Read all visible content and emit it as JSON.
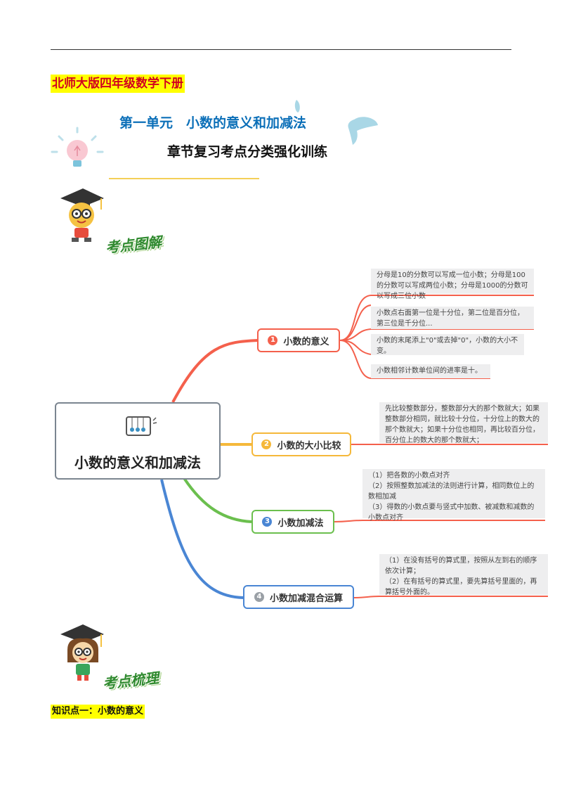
{
  "header": {
    "book_title": "北师大版四年级数学下册",
    "unit_title": "第一单元　小数的意义和加减法",
    "review_title": "章节复习考点分类强化训练"
  },
  "sections": {
    "diagram_tag": "考点图解",
    "summary_tag": "考点梳理",
    "knowledge_point_1": "知识点一：小数的意义"
  },
  "mindmap": {
    "central_topic": "小数的意义和加减法",
    "branches": [
      {
        "number": "1",
        "label": "小数的意义",
        "color": "#f4604c",
        "notes": [
          "分母是10的分数可以写成一位小数；分母是100的分数可以写成两位小数；分母是1000的分数可以写成三位小数",
          "小数点右面第一位是十分位，第二位是百分位，第三位是千分位...",
          "小数的末尾添上\"0\"或去掉\"0\"，小数的大小不变。",
          "小数相邻计数单位间的进率是十。"
        ]
      },
      {
        "number": "2",
        "label": "小数的大小比较",
        "color": "#f5b83a",
        "notes": [
          "先比较整数部分，整数部分大的那个数就大；如果整数部分相同，就比较十分位，十分位上的数大的那个数就大；如果十分位也相同，再比较百分位，百分位上的数大的那个数就大；"
        ]
      },
      {
        "number": "3",
        "label": "小数加减法",
        "color": "#6bbf4e",
        "notes": [
          "（1）把各数的小数点对齐\n（2）按照整数加减法的法则进行计算，相同数位上的数相加减\n（3）得数的小数点要与竖式中加数、被减数和减数的小数点对齐"
        ]
      },
      {
        "number": "4",
        "label": "小数加减混合运算",
        "color": "#4a86d4",
        "notes": [
          "（1）在没有括号的算式里，按照从左到右的顺序依次计算；\n（2）在有括号的算式里，要先算括号里面的，再算括号外面的。"
        ]
      }
    ],
    "note_line_color": "#f4604c"
  }
}
